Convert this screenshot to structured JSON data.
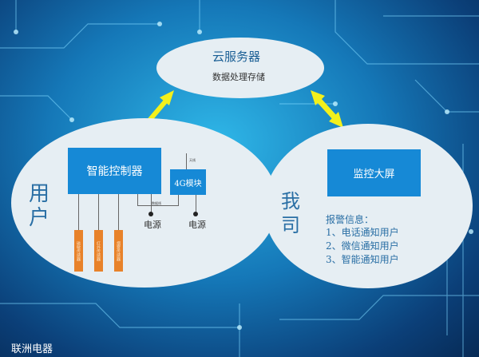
{
  "cloud": {
    "title": "云服务器",
    "subtitle": "数据处理存储"
  },
  "user": {
    "label_line1": "用",
    "label_line2": "户",
    "controller": "智能控制器",
    "module": "4G模块",
    "antenna": "天线",
    "data_line": "数据线",
    "power1": "电源",
    "power2": "电源",
    "sensors": [
      "磁敏传感器",
      "红外传感器",
      "烟雾传感器"
    ]
  },
  "company": {
    "label_line1": "我",
    "label_line2": "司",
    "screen": "监控大屏",
    "alarm_title": "报警信息：",
    "alarm_items": [
      "1、电话通知用户",
      "2、微信通知用户",
      "3、智能通知用户"
    ]
  },
  "footer": {
    "brand": "联洲电器"
  },
  "colors": {
    "arrow": "#f3f01c",
    "box": "#1689d6",
    "sensor": "#e8822a",
    "ellipse": "#e6eef3"
  }
}
